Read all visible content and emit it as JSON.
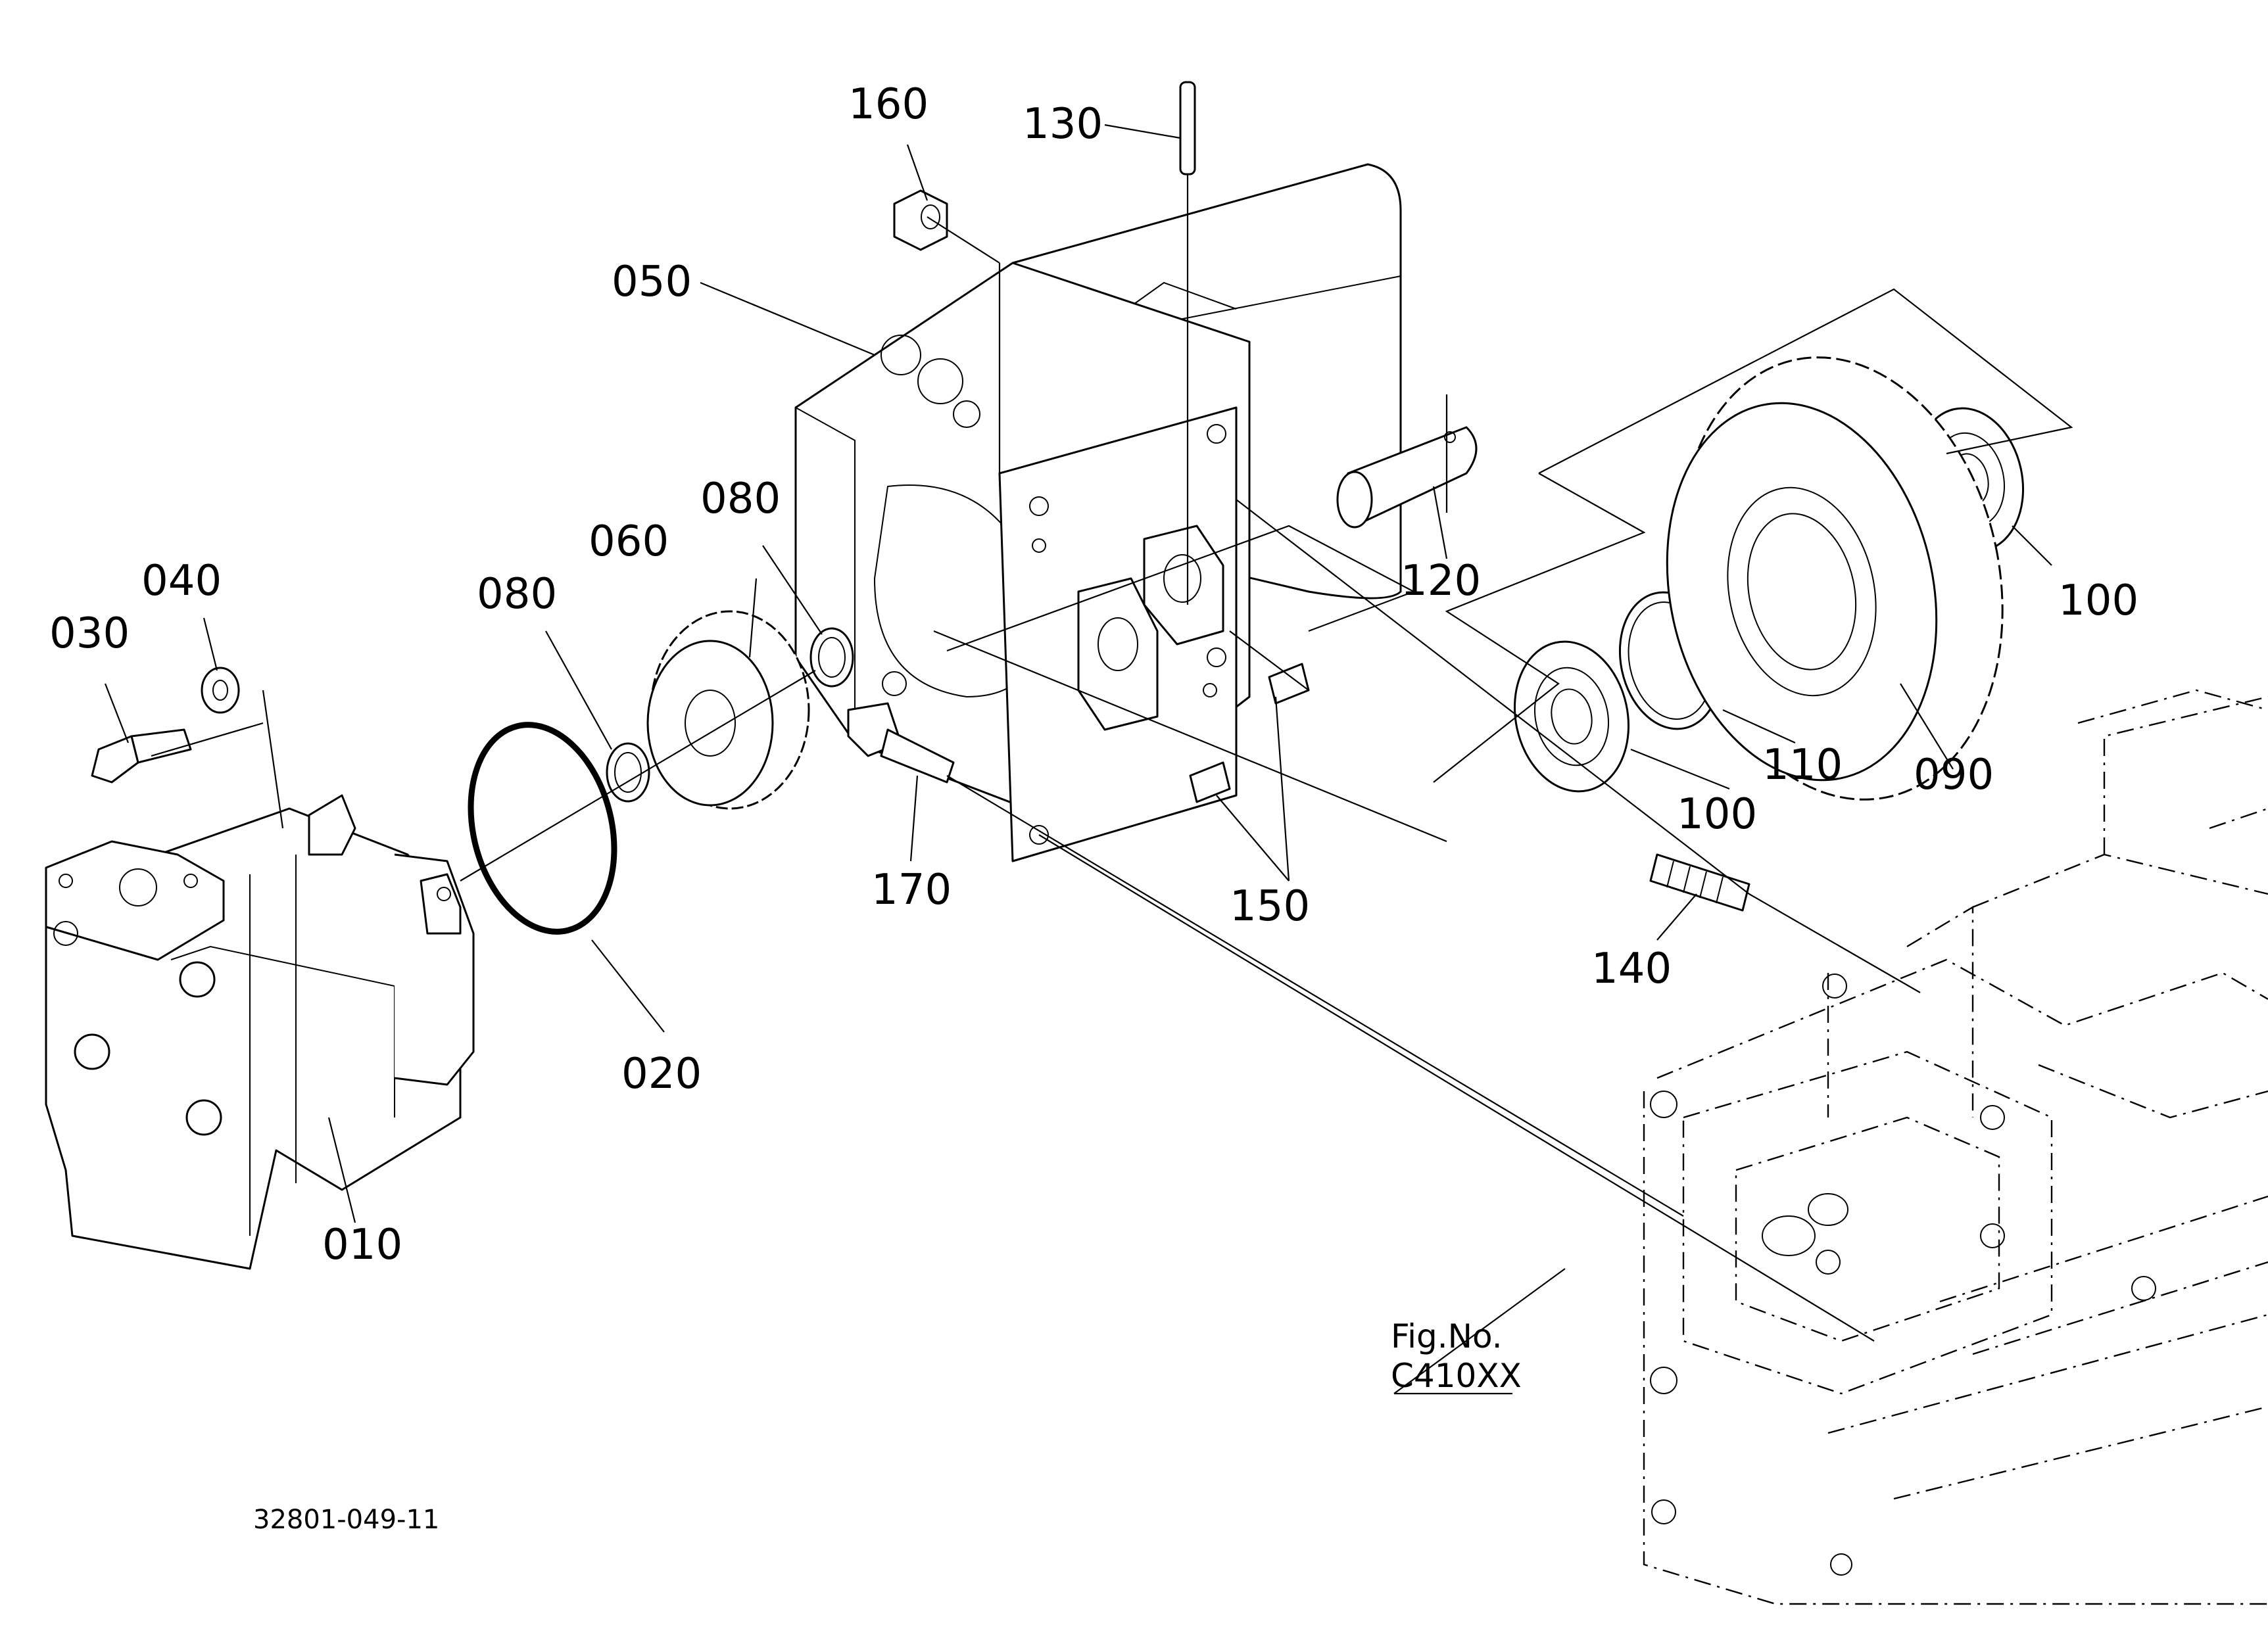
{
  "diagram": {
    "drawing_number": "32801-049-11",
    "figure_reference": {
      "line1": "Fig.No.",
      "line2": "C410XX"
    },
    "callouts": [
      {
        "id": "p010",
        "label": "010"
      },
      {
        "id": "p020",
        "label": "020"
      },
      {
        "id": "p030",
        "label": "030"
      },
      {
        "id": "p040",
        "label": "040"
      },
      {
        "id": "p050",
        "label": "050"
      },
      {
        "id": "p060",
        "label": "060"
      },
      {
        "id": "p080a",
        "label": "080"
      },
      {
        "id": "p080b",
        "label": "080"
      },
      {
        "id": "p090",
        "label": "090"
      },
      {
        "id": "p100a",
        "label": "100"
      },
      {
        "id": "p100b",
        "label": "100"
      },
      {
        "id": "p110",
        "label": "110"
      },
      {
        "id": "p120",
        "label": "120"
      },
      {
        "id": "p130",
        "label": "130"
      },
      {
        "id": "p140",
        "label": "140"
      },
      {
        "id": "p150",
        "label": "150"
      },
      {
        "id": "p160",
        "label": "160"
      },
      {
        "id": "p170",
        "label": "170"
      }
    ]
  }
}
